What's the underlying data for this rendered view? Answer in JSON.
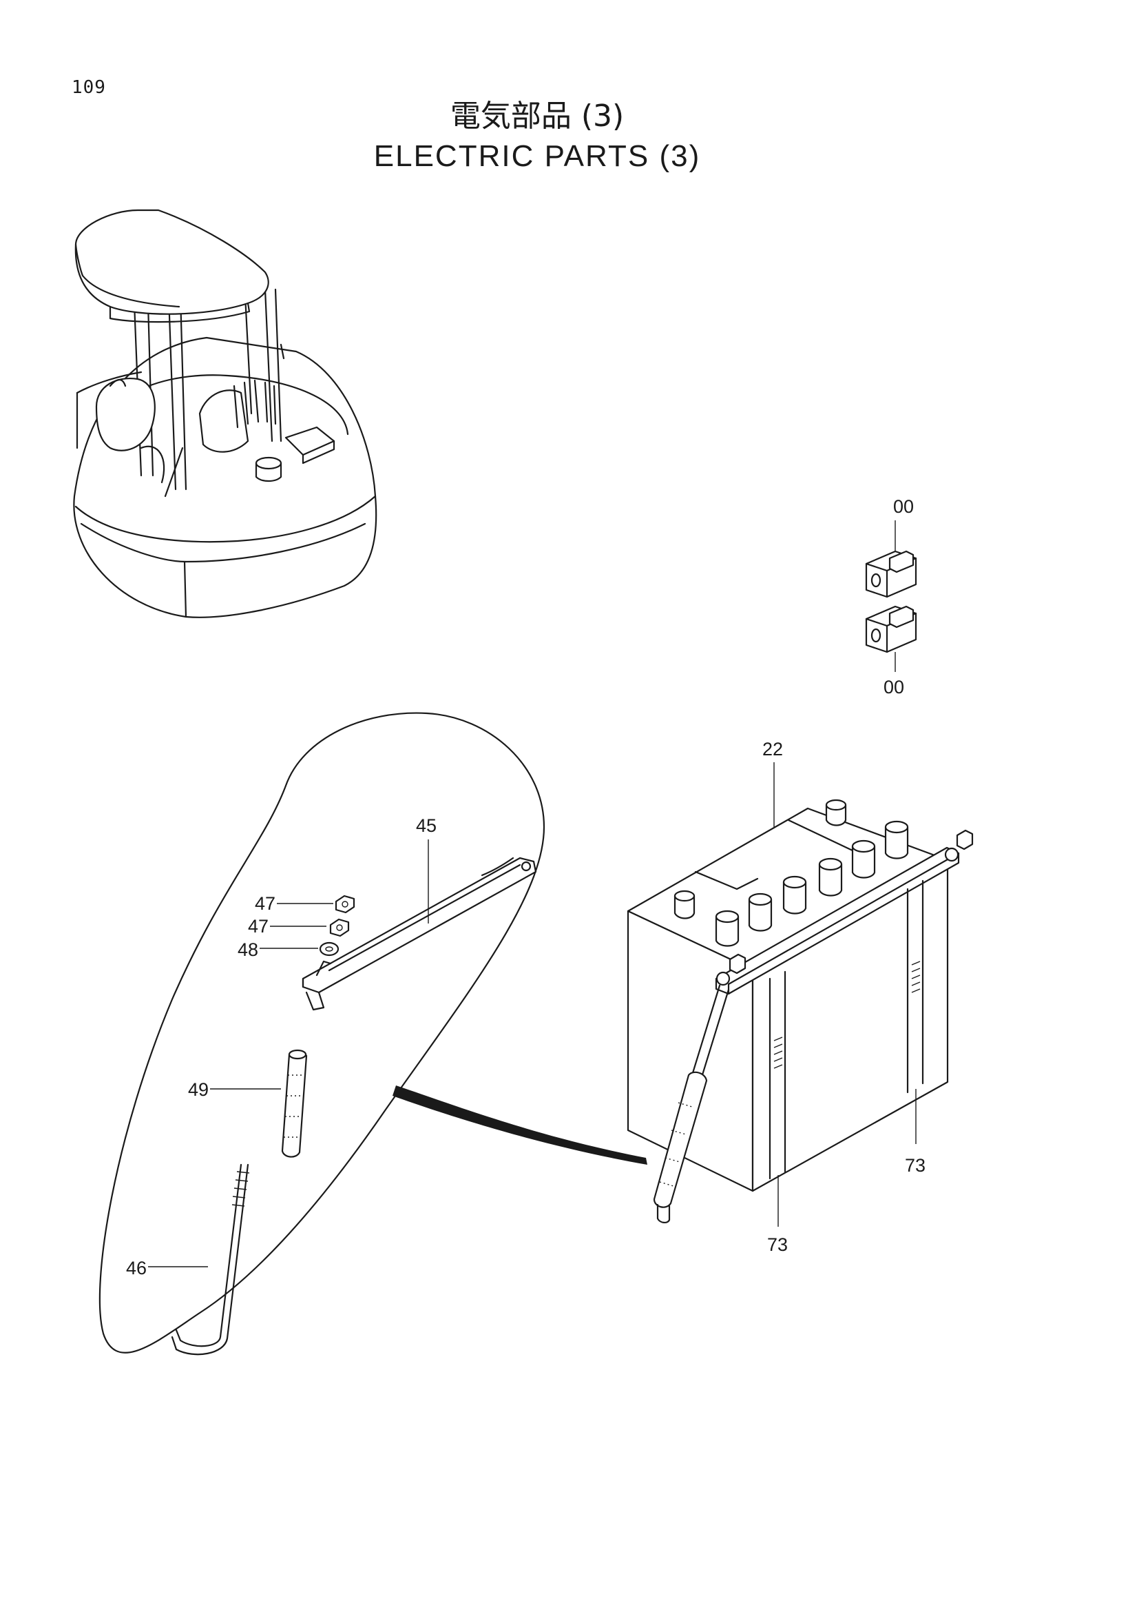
{
  "page": {
    "number": "109",
    "title_jp": "電気部品 (3)",
    "title_en": "ELECTRIC PARTS (3)"
  },
  "callouts": {
    "c_00_top": "00",
    "c_00_bottom": "00",
    "c_22": "22",
    "c_45": "45",
    "c_47a": "47",
    "c_47b": "47",
    "c_48": "48",
    "c_49": "49",
    "c_46": "46",
    "c_73_right": "73",
    "c_73_bottom": "73"
  },
  "icons": {
    "machine": "excavator-upper-structure-icon",
    "relay": "relay-icon",
    "battery": "battery-icon",
    "bracket": "battery-hold-bracket-icon",
    "rod": "hold-down-rod-icon"
  }
}
